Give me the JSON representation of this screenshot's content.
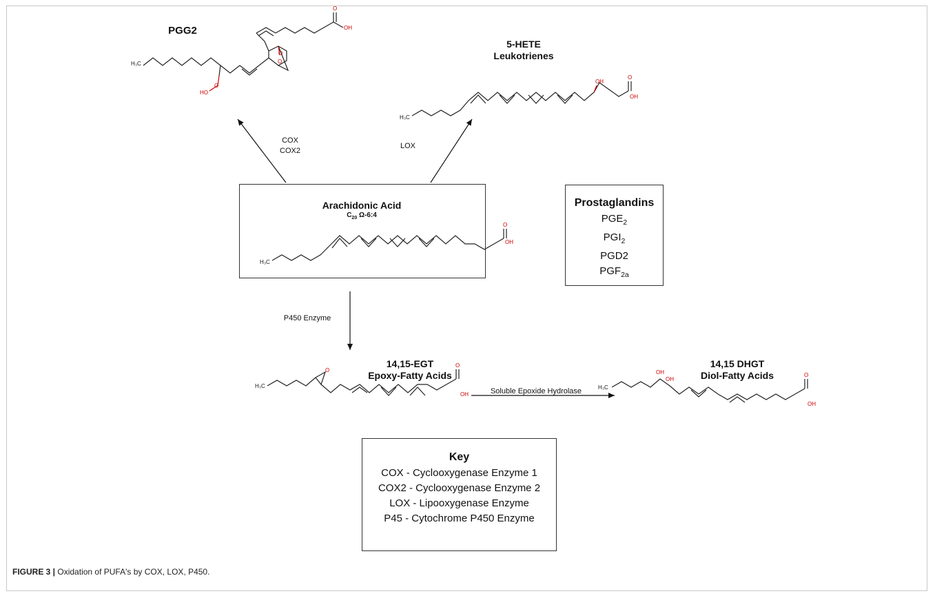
{
  "molecules": {
    "pgg2": {
      "name": "PGG2"
    },
    "hete": {
      "name": "5-HETE",
      "subname": "Leukotrienes"
    },
    "arachidonic": {
      "name": "Arachidonic Acid",
      "formula_c": "C",
      "formula_sub": "20",
      "formula_rest": " Ω-6:4"
    },
    "egt": {
      "name": "14,15-EGT",
      "subname": "Epoxy-Fatty Acids"
    },
    "dhgt": {
      "name": "14,15 DHGT",
      "subname": "Diol-Fatty Acids"
    }
  },
  "atom_labels": {
    "h3c": "H₃C",
    "o": "O",
    "oh": "OH",
    "ho": "HO"
  },
  "enzymes": {
    "cox": "COX",
    "cox2": "COX2",
    "lox": "LOX",
    "p450": "P450 Enzyme",
    "hydrolase": "Soluble Epoxide Hydrolase"
  },
  "prostaglandins": {
    "title": "Prostaglandins",
    "items": [
      {
        "base": "PGE",
        "sub": "2"
      },
      {
        "base": "PGI",
        "sub": "2"
      },
      {
        "base": "PGD2",
        "sub": ""
      },
      {
        "base": "PGF",
        "sub": "2a"
      }
    ]
  },
  "key": {
    "title": "Key",
    "items": [
      "COX - Cyclooxygenase Enzyme 1",
      "COX2 - Cyclooxygenase Enzyme 2",
      "LOX - Lipooxygenase Enzyme",
      "P45 - Cytochrome P450 Enzyme"
    ]
  },
  "caption": {
    "label": "FIGURE 3 |",
    "text": " Oxidation of PUFA's by COX, LOX, P450."
  },
  "colors": {
    "bond": "#222222",
    "heteroatom": "#cc0000",
    "frame": "#c8c8c8"
  }
}
